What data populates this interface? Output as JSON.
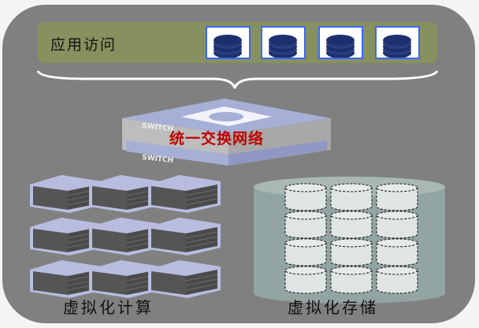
{
  "app_access": {
    "label": "应用访问",
    "icons": [
      "database-apps-icon",
      "users-database-icon",
      "printer-database-icon",
      "mail-database-icon"
    ]
  },
  "network": {
    "label": "统一交换网络",
    "switch_text": "SWITCH"
  },
  "compute": {
    "label": "虚拟化计算",
    "rows": 3,
    "cols": 3
  },
  "storage": {
    "label": "虚拟化存储",
    "rows": 4,
    "cols": 3
  },
  "colors": {
    "panel": "#808080",
    "appbar": "#879160",
    "icon_border": "#3a66ff",
    "network_text": "#c00000",
    "switch_top": "#a6afd6",
    "disk": "#1e2f6e"
  }
}
